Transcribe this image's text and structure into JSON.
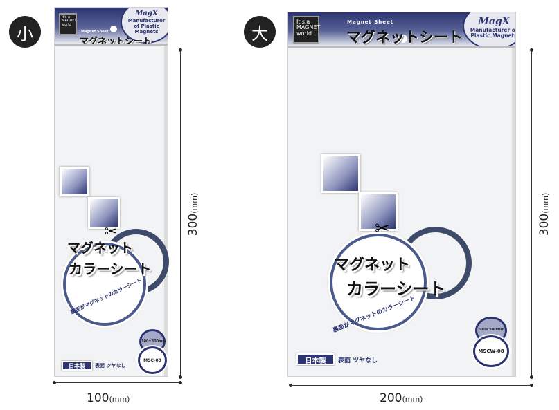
{
  "products": [
    {
      "badge": "小",
      "header": {
        "logo": "It's a MAGNET world",
        "subtitle": "Magnet Sheet",
        "title": "マグネットシート",
        "brand": "MagX",
        "brand_tagline": "Manufacturer of Plastic Magnets"
      },
      "headline_1": "マグネット",
      "headline_2": "カラーシート",
      "arc_text": "裏面がマグネットのカラーシート",
      "made_in": "日本製",
      "finish": "表面 ツヤなし",
      "size": "100×300mm",
      "code": "MSC-08",
      "width_value": "100",
      "height_value": "300",
      "unit": "(mm)"
    },
    {
      "badge": "大",
      "header": {
        "logo": "It's a MAGNET world",
        "subtitle": "Magnet Sheet",
        "title": "マグネットシート",
        "brand": "MagX",
        "brand_tagline": "Manufacturer of Plastic Magnets"
      },
      "headline_1": "マグネット",
      "headline_2": "カラーシート",
      "arc_text": "裏面がマグネットのカラーシート",
      "made_in": "日本製",
      "finish": "表面 ツヤなし",
      "size": "200×300mm",
      "code": "MSCW-08",
      "width_value": "200",
      "height_value": "300",
      "unit": "(mm)"
    }
  ],
  "colors": {
    "navy": "#2b3470",
    "background": "#f2f3f5"
  }
}
